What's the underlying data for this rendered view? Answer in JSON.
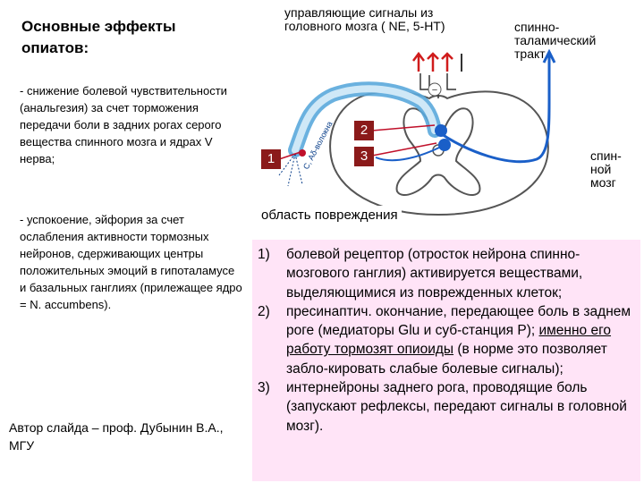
{
  "title": "Основные эффекты опиатов:",
  "effect1": "- снижение болевой чувствительности (анальгезия) за счет торможения передачи боли в задних рогах серого вещества спинного мозга и ядрах V нерва;",
  "effect2": "- успокоение, эйфория за счет ослабления активности тормозных нейронов, сдерживающих центры положительных эмоций в гипоталамусе и базальных ганглиях (прилежащее ядро = N. accumbens).",
  "author": "Автор слайда – проф. Дубынин В.А., МГУ",
  "diagram": {
    "signals_label": "управляющие сигналы из головного мозга ( NE, 5-HT)",
    "tract_label": "спинно-таламический тракт",
    "cord_label": "спин-ной мозг",
    "damage_label": "область повреждения",
    "fiber_label": "С, Аδ-волокна",
    "minus_sign": "−",
    "num1": "1",
    "num2": "2",
    "num3": "3",
    "colors": {
      "fiber": "#5aa8dc",
      "tract": "#1a5fc8",
      "signal": "#d01c1c",
      "marker": "#8b1a1a",
      "box": "#ffe4f7"
    }
  },
  "list": [
    {
      "num": "1)",
      "text": "болевой рецептор (отросток нейрона спинно-мозгового ганглия) активируется веществами, выделяющимися из поврежденных клеток;"
    },
    {
      "num": "2)",
      "text_a": "пресинаптич. окончание, передающее боль в заднем роге (медиаторы Glu и суб-станция Р); ",
      "text_u": "именно его работу тормозят опиоиды",
      "text_b": " (в норме это позволяет забло-кировать слабые болевые сигналы);"
    },
    {
      "num": "3)",
      "text": "интернейроны заднего рога, проводящие боль (запускают рефлексы, передают сигналы в головной мозг)."
    }
  ]
}
